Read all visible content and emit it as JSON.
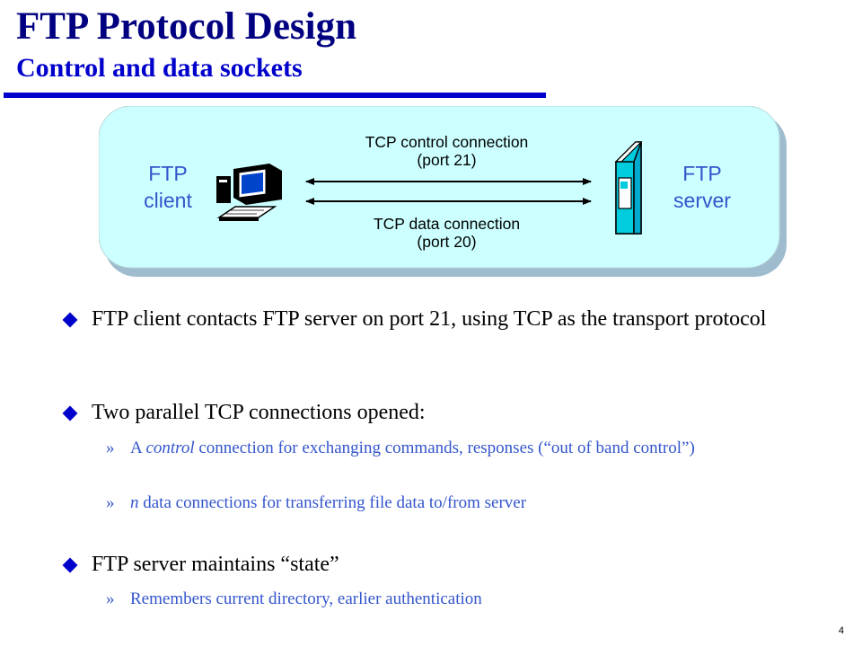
{
  "slide": {
    "title": "FTP Protocol Design",
    "subtitle": "Control and data sockets",
    "page_number": "4"
  },
  "diagram": {
    "client_line1": "FTP",
    "client_line2": "client",
    "server_line1": "FTP",
    "server_line2": "server",
    "control_line1": "TCP control connection",
    "control_line2": "(port 21)",
    "data_line1": "TCP data connection",
    "data_line2": "(port 20)",
    "client_icon": "computer-icon",
    "server_icon": "server-tower-icon"
  },
  "bullets": [
    {
      "text": "FTP client contacts FTP server on port 21, using TCP as the transport protocol",
      "subs": []
    },
    {
      "text": "Two parallel TCP connections opened:",
      "subs": [
        {
          "em": "control",
          "before": "A ",
          "after": " connection for exchanging commands, responses (“out of band control”)"
        },
        {
          "em": "n",
          "before": "",
          "after": " data connections for transferring file data to/from server"
        }
      ]
    },
    {
      "text": "FTP server maintains “state”",
      "subs": [
        {
          "em": "",
          "before": "Remembers current directory, earlier authentication",
          "after": ""
        }
      ]
    }
  ],
  "colors": {
    "title": "#000080",
    "accent": "#0000cc",
    "sub_text": "#3355cc",
    "panel_fill": "#ccffff",
    "panel_shadow": "#99b8cc"
  }
}
